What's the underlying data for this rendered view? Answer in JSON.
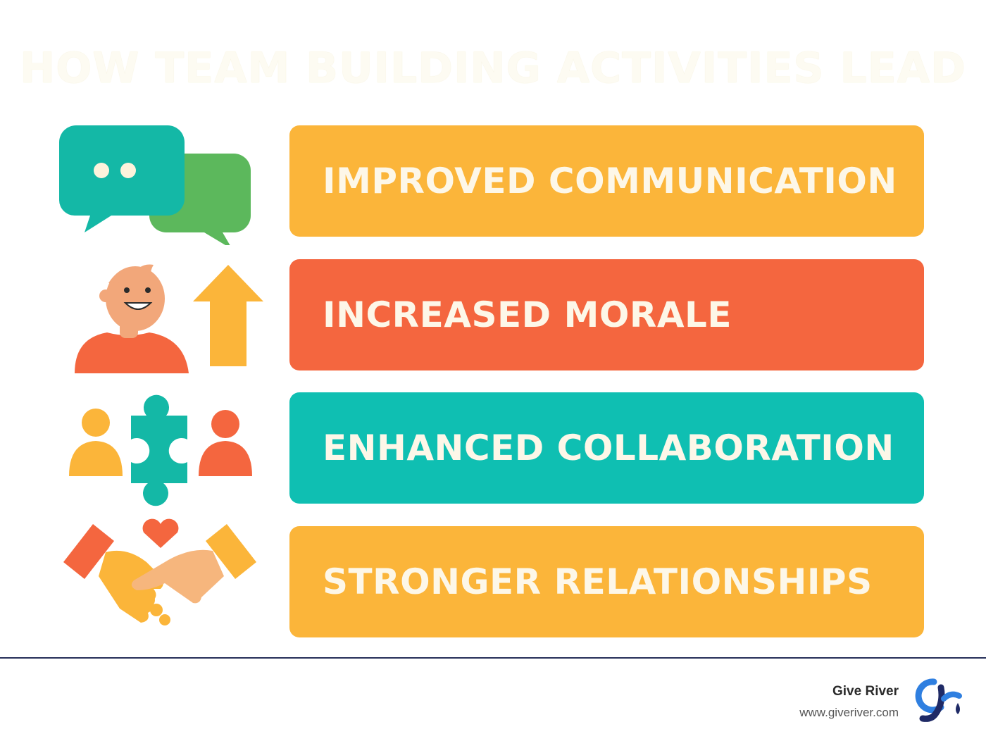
{
  "title": "HOW TEAM BUILDING ACTIVITIES LEAD",
  "items": [
    {
      "label": "IMPROVED COMMUNICATION",
      "color": "#fbb53a",
      "icon": "chat-bubbles-icon"
    },
    {
      "label": "INCREASED MORALE",
      "color": "#f4663f",
      "icon": "happy-person-arrow-up-icon"
    },
    {
      "label": "ENHANCED COLLABORATION",
      "color": "#0fbfb2",
      "icon": "people-puzzle-icon"
    },
    {
      "label": "STRONGER RELATIONSHIPS",
      "color": "#fbb53a",
      "icon": "handshake-heart-icon"
    }
  ],
  "footer": {
    "brand": "Give River",
    "url": "www.giveriver.com",
    "logo_icon": "give-river-logo-icon"
  },
  "colors": {
    "teal": "#14b8a6",
    "green": "#5cb85c",
    "orange": "#f4663f",
    "yellow": "#fbb53a",
    "navy": "#27305a"
  }
}
